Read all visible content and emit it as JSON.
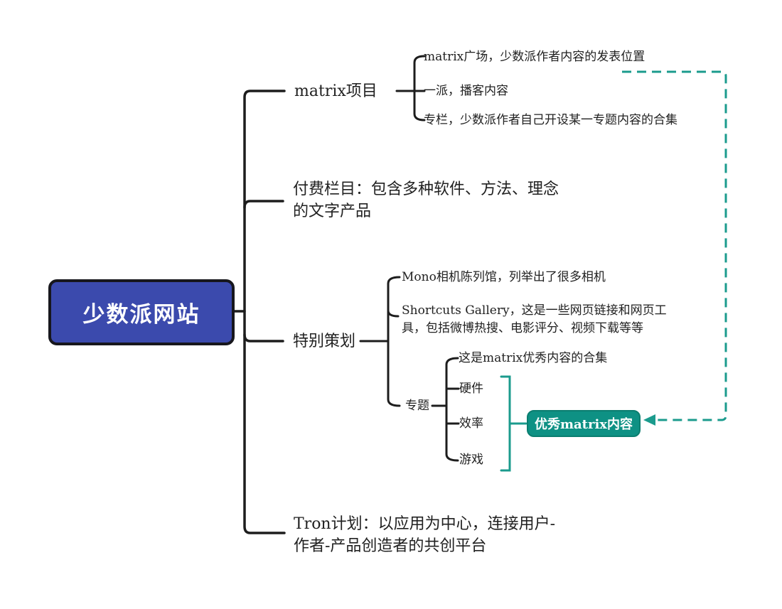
{
  "root": {
    "label": "少数派网站"
  },
  "branches": [
    {
      "label": "matrix项目",
      "children": [
        "matrix广场，少数派作者内容的发表位置",
        "一派，播客内容",
        "专栏，少数派作者自己开设某一专题内容的合集"
      ]
    },
    {
      "label": "付费栏目：包含多种软件、方法、理念的文字产品"
    },
    {
      "label": "特别策划",
      "children": [
        "Mono相机陈列馆，列举出了很多相机",
        "Shortcuts Gallery，这是一些网页链接和网页工具，包括微博热搜、电影评分、视频下载等等",
        {
          "label": "专题",
          "children": [
            "这是matrix优秀内容的合集",
            "硬件",
            "效率",
            "游戏"
          ]
        }
      ]
    },
    {
      "label": "Tron计划：以应用为中心，连接用户-作者-产品创造者的共创平台"
    }
  ],
  "callout": {
    "label": "优秀matrix内容"
  },
  "colors": {
    "root_fill": "#3b4aad",
    "root_border": "#17171d",
    "root_text": "#ffffff",
    "callout_fill": "#0e9184",
    "callout_border": "#0b7e70",
    "callout_text": "#ffffff",
    "line": "#1d1d1d",
    "relation_teal": "#1b9b8d",
    "text": "#212121",
    "background": "#ffffff"
  }
}
